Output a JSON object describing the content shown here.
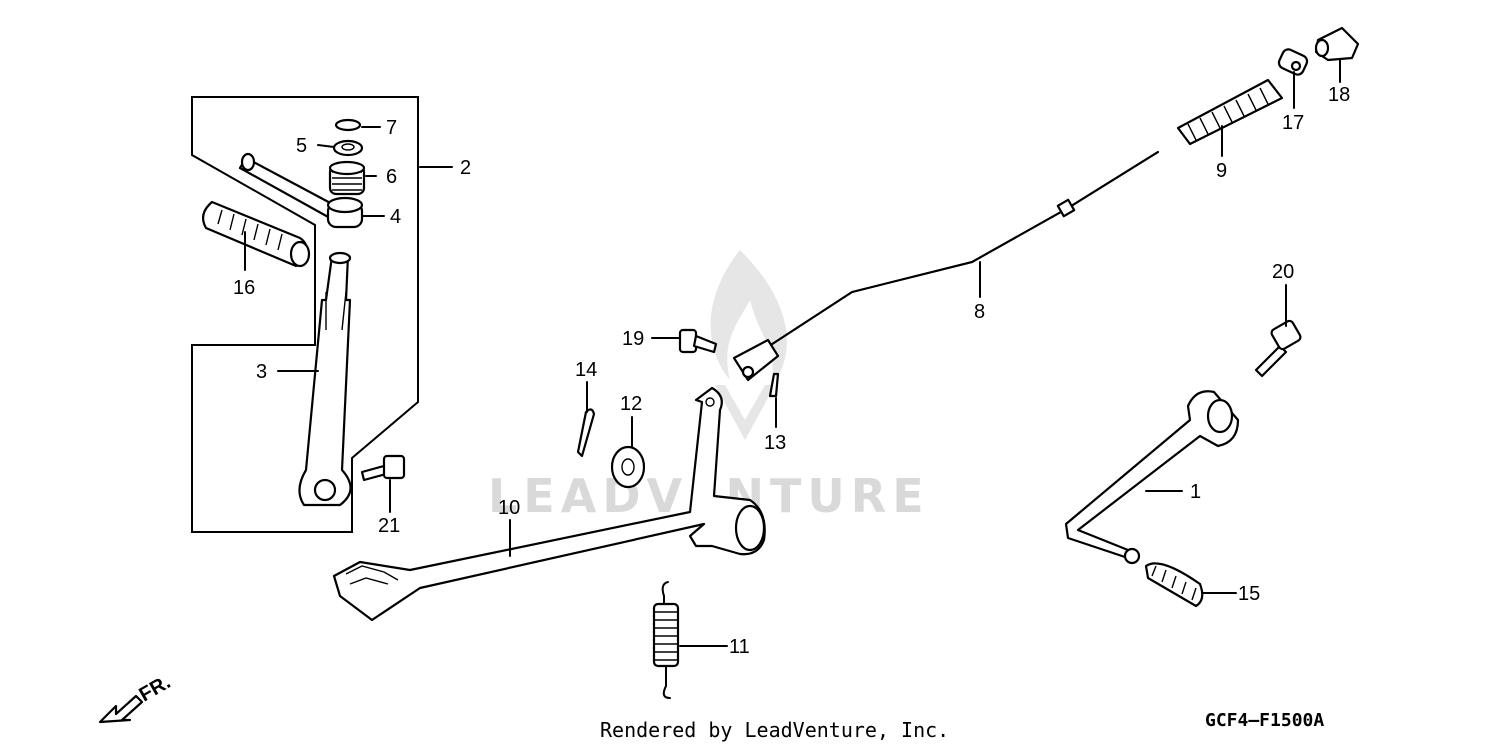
{
  "diagram": {
    "callouts": {
      "c1": "1",
      "c2": "2",
      "c3": "3",
      "c4": "4",
      "c5": "5",
      "c6": "6",
      "c7": "7",
      "c8": "8",
      "c9": "9",
      "c10": "10",
      "c11": "11",
      "c12": "12",
      "c13": "13",
      "c14": "14",
      "c15": "15",
      "c16": "16",
      "c17": "17",
      "c18": "18",
      "c19": "19",
      "c20": "20",
      "c21": "21"
    },
    "direction_marker": "FR.",
    "watermark": "LEADVENTURE",
    "footer_credit": "Rendered by LeadVenture, Inc.",
    "diagram_code": "GCF4—F1500A"
  }
}
